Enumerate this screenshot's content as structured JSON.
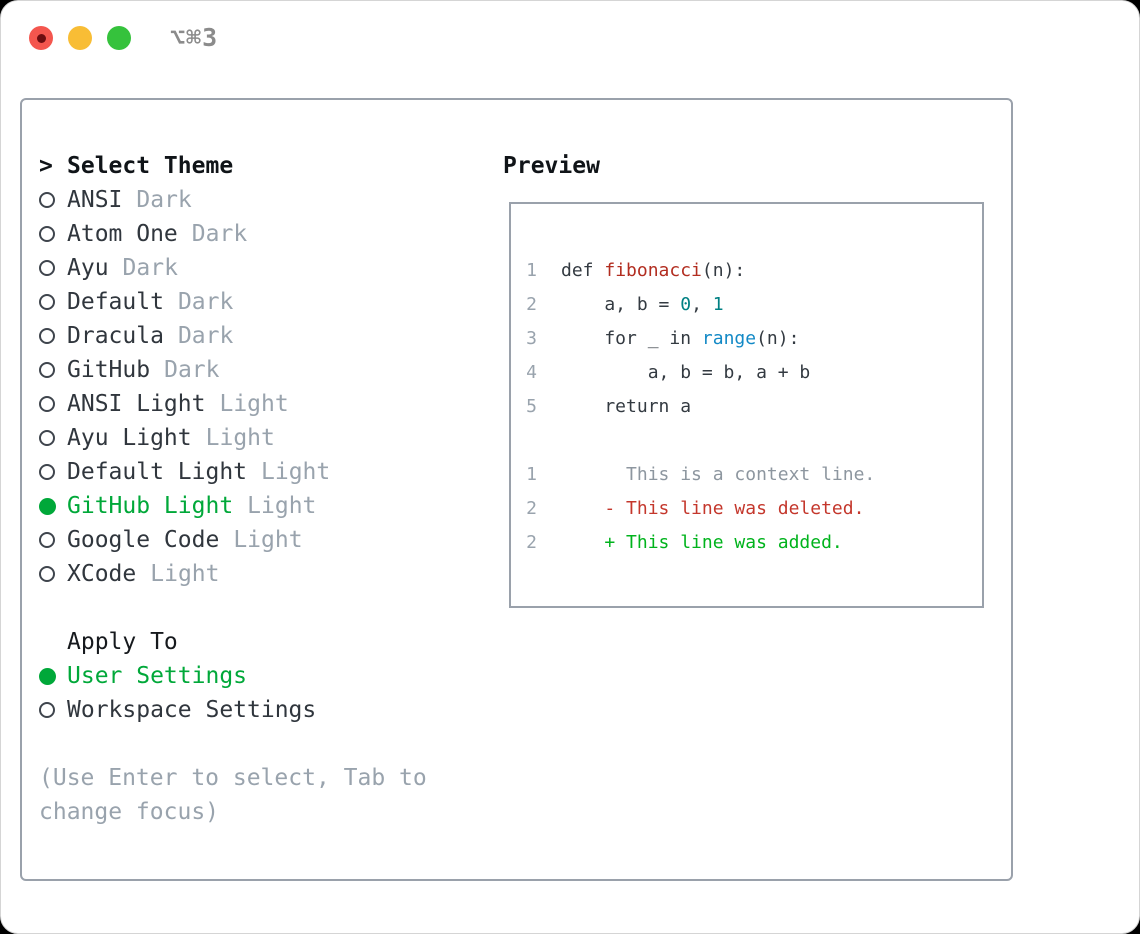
{
  "window": {
    "title": "⌥⌘3"
  },
  "colors": {
    "accent_green": "#00a839",
    "diff_added_green": "#00b31c",
    "diff_deleted_red": "#c4372c",
    "function_red": "#b22d20",
    "number_teal": "#008083",
    "builtin_blue": "#1289c6",
    "muted_gray": "#99a3ad",
    "text_dark": "#30363d",
    "panel_border": "#9aa1ab",
    "traffic_red": "#f4564e",
    "traffic_yellow": "#f8bd35",
    "traffic_green": "#35c23c"
  },
  "theme_list": {
    "prompt": ">",
    "title": "Select Theme",
    "items": [
      {
        "name": "ANSI",
        "variant": "Dark",
        "selected": false
      },
      {
        "name": "Atom One",
        "variant": "Dark",
        "selected": false
      },
      {
        "name": "Ayu",
        "variant": "Dark",
        "selected": false
      },
      {
        "name": "Default",
        "variant": "Dark",
        "selected": false
      },
      {
        "name": "Dracula",
        "variant": "Dark",
        "selected": false
      },
      {
        "name": "GitHub",
        "variant": "Dark",
        "selected": false
      },
      {
        "name": "ANSI Light",
        "variant": "Light",
        "selected": false
      },
      {
        "name": "Ayu Light",
        "variant": "Light",
        "selected": false
      },
      {
        "name": "Default Light",
        "variant": "Light",
        "selected": false
      },
      {
        "name": "GitHub Light",
        "variant": "Light",
        "selected": true
      },
      {
        "name": "Google Code",
        "variant": "Light",
        "selected": false
      },
      {
        "name": "XCode",
        "variant": "Light",
        "selected": false
      }
    ]
  },
  "apply_to": {
    "title": "Apply To",
    "options": [
      {
        "label": "User Settings",
        "selected": true
      },
      {
        "label": "Workspace Settings",
        "selected": false
      }
    ]
  },
  "hint": "(Use Enter to select, Tab to change focus)",
  "preview": {
    "title": "Preview",
    "lines": [
      {
        "num": "1",
        "segments": [
          {
            "text": "def ",
            "style": "plain"
          },
          {
            "text": "fibonacci",
            "style": "function"
          },
          {
            "text": "(n):",
            "style": "plain"
          }
        ]
      },
      {
        "num": "2",
        "segments": [
          {
            "text": "    a, b = ",
            "style": "plain"
          },
          {
            "text": "0",
            "style": "number"
          },
          {
            "text": ", ",
            "style": "plain"
          },
          {
            "text": "1",
            "style": "number"
          }
        ]
      },
      {
        "num": "3",
        "segments": [
          {
            "text": "    for _ in ",
            "style": "plain"
          },
          {
            "text": "range",
            "style": "builtin"
          },
          {
            "text": "(n):",
            "style": "plain"
          }
        ]
      },
      {
        "num": "4",
        "segments": [
          {
            "text": "        a, b = b, a + b",
            "style": "plain"
          }
        ]
      },
      {
        "num": "5",
        "segments": [
          {
            "text": "    return a",
            "style": "plain"
          }
        ]
      },
      {
        "num": "",
        "segments": []
      },
      {
        "num": "1",
        "segments": [
          {
            "text": "      This is a context line.",
            "style": "context"
          }
        ]
      },
      {
        "num": "2",
        "segments": [
          {
            "text": "    - This line was deleted.",
            "style": "deleted"
          }
        ]
      },
      {
        "num": "2",
        "segments": [
          {
            "text": "    + This line was added.",
            "style": "added"
          }
        ]
      }
    ]
  }
}
